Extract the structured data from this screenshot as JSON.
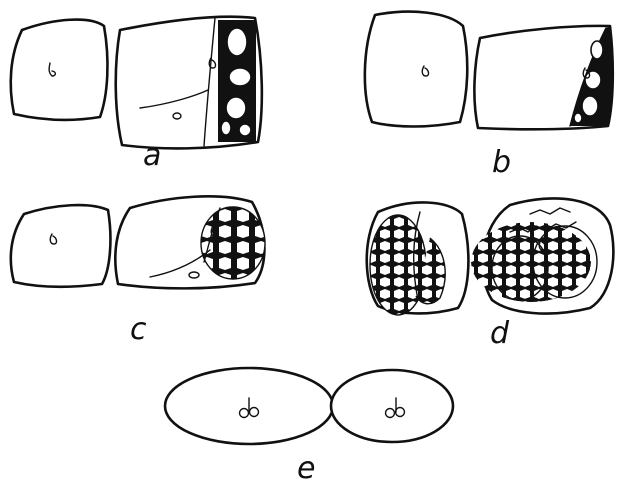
{
  "panels": [
    {
      "id": "a",
      "label": "a"
    },
    {
      "id": "b",
      "label": "b"
    },
    {
      "id": "c",
      "label": "c"
    },
    {
      "id": "d",
      "label": "d"
    },
    {
      "id": "e",
      "label": "e"
    }
  ],
  "colors": {
    "ink": "#111111",
    "paper": "#ffffff"
  }
}
